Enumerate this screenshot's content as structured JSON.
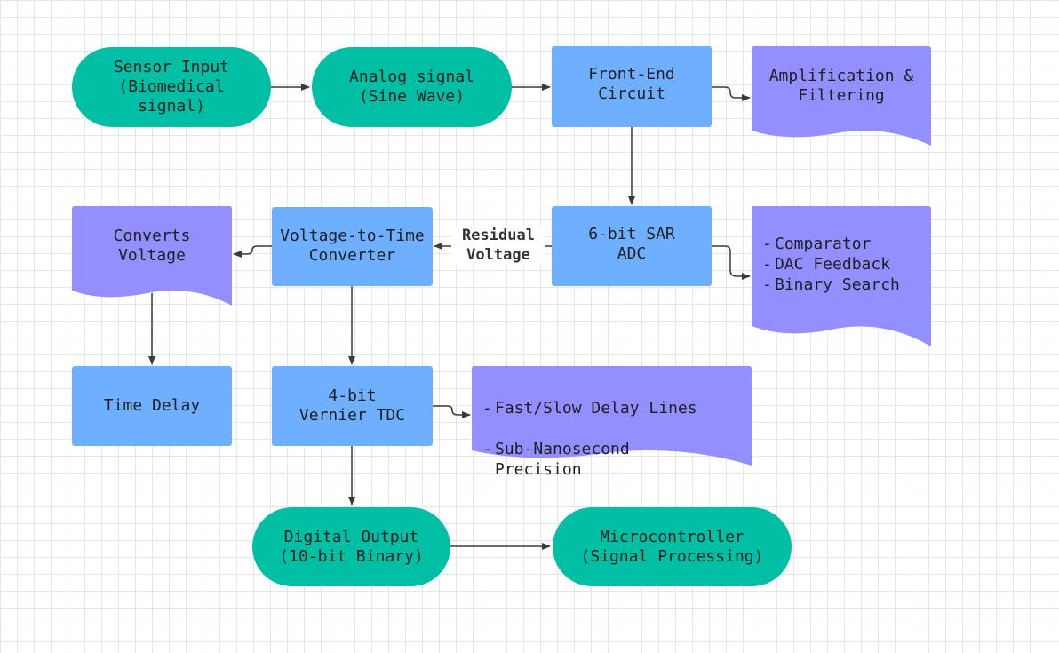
{
  "colors": {
    "terminal": "#00bfa5",
    "process": "#6eb0ff",
    "document": "#948fff",
    "arrow": "#3a3a3a",
    "grid": "#e6e6e6"
  },
  "nodes": {
    "sensor_input": "Sensor Input\n(Biomedical\nsignal)",
    "analog_signal": "Analog signal\n(Sine Wave)",
    "front_end": "Front-End\nCircuit",
    "amplification": "Amplification &\nFiltering",
    "sar_adc": "6-bit SAR\nADC",
    "sar_notes": [
      "Comparator",
      "DAC Feedback",
      "Binary Search"
    ],
    "vtc": "Voltage-to-Time\nConverter",
    "converts_voltage": "Converts\nVoltage",
    "time_delay": "Time Delay",
    "vernier_tdc": "4-bit\nVernier TDC",
    "tdc_notes": [
      "Fast/Slow Delay Lines",
      "Sub-Nanosecond\nPrecision"
    ],
    "digital_output": "Digital Output\n(10-bit Binary)",
    "microcontroller": "Microcontroller\n(Signal Processing)"
  },
  "edges": {
    "residual_voltage": "Residual\nVoltage"
  }
}
